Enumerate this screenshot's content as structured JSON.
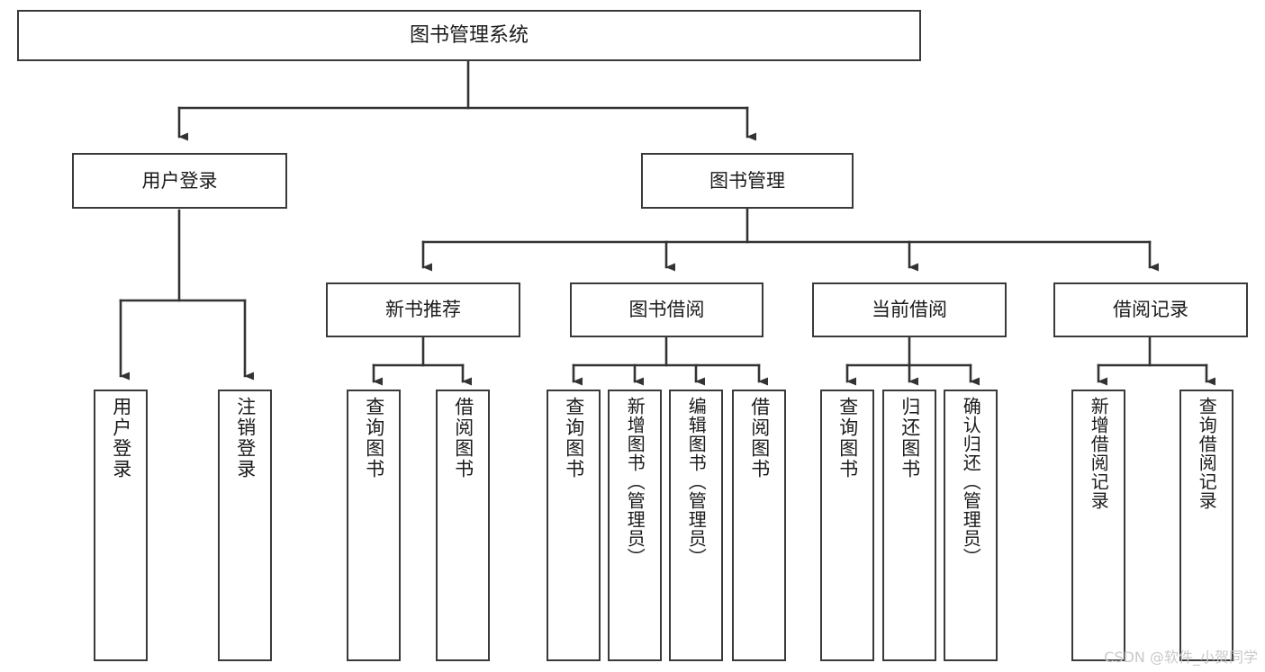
{
  "diagram": {
    "title": "图书管理系统",
    "type": "tree",
    "watermark": "CSDN @软件_小贺同学",
    "colors": {
      "box_border": "#3a3a3a",
      "box_fill": "#ffffff",
      "connector": "#333333",
      "text": "#1b1b1b",
      "watermark": "#c9c9c9",
      "background": "#ffffff"
    },
    "root": {
      "label": "图书管理系统"
    },
    "level1": [
      {
        "id": "user-login",
        "label": "用户登录"
      },
      {
        "id": "book-manage",
        "label": "图书管理"
      }
    ],
    "level2": [
      {
        "id": "new-book-recommend",
        "label": "新书推荐",
        "parent": "book-manage"
      },
      {
        "id": "book-borrow",
        "label": "图书借阅",
        "parent": "book-manage"
      },
      {
        "id": "current-borrow",
        "label": "当前借阅",
        "parent": "book-manage"
      },
      {
        "id": "borrow-record",
        "label": "借阅记录",
        "parent": "book-manage"
      }
    ],
    "leaves": {
      "user-login": [
        {
          "id": "leaf-user-login",
          "label": "用户登录"
        },
        {
          "id": "leaf-user-logout",
          "label": "注销登录"
        }
      ],
      "new-book-recommend": [
        {
          "id": "leaf-query-book-1",
          "label": "查询图书"
        },
        {
          "id": "leaf-borrow-book-1",
          "label": "借阅图书"
        }
      ],
      "book-borrow": [
        {
          "id": "leaf-query-book-2",
          "label": "查询图书"
        },
        {
          "id": "leaf-add-book",
          "label": "新增图书（管理员）"
        },
        {
          "id": "leaf-edit-book",
          "label": "编辑图书（管理员）"
        },
        {
          "id": "leaf-borrow-book-2",
          "label": "借阅图书"
        }
      ],
      "current-borrow": [
        {
          "id": "leaf-query-book-3",
          "label": "查询图书"
        },
        {
          "id": "leaf-return-book",
          "label": "归还图书"
        },
        {
          "id": "leaf-confirm-return",
          "label": "确认归还（管理员）"
        }
      ],
      "borrow-record": [
        {
          "id": "leaf-add-record",
          "label": "新增借阅记录"
        },
        {
          "id": "leaf-query-record",
          "label": "查询借阅记录"
        }
      ]
    }
  }
}
